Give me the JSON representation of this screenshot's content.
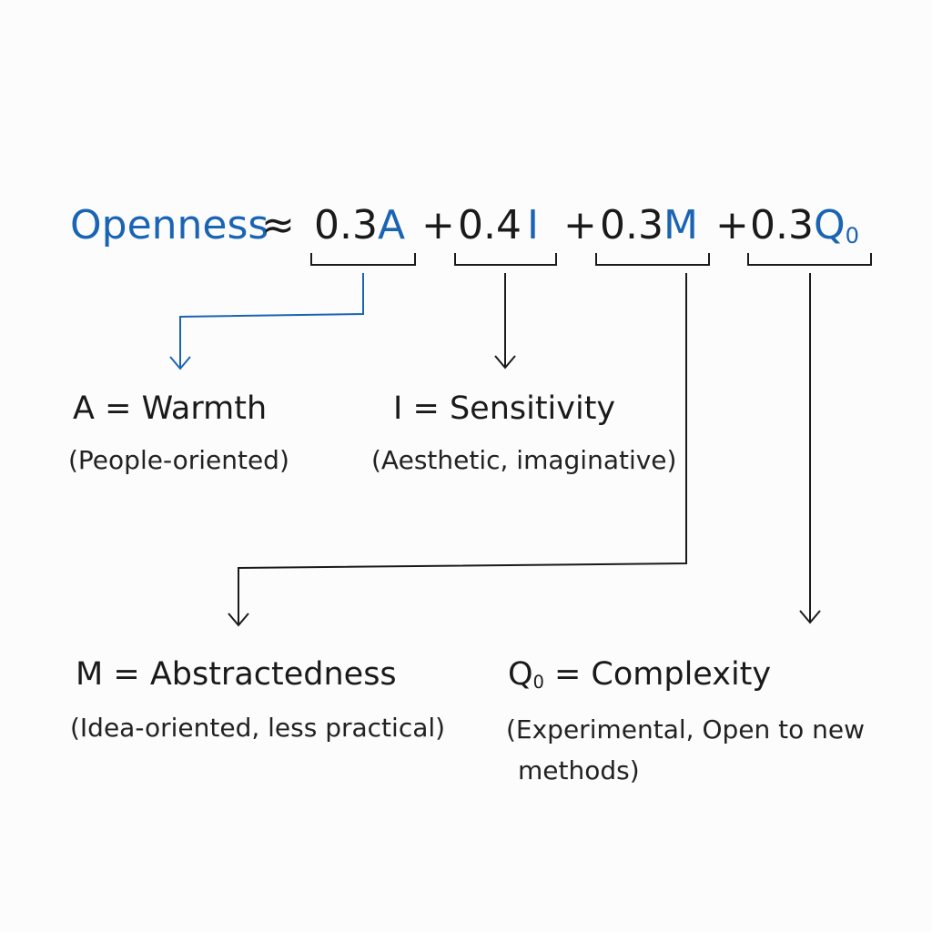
{
  "equation": {
    "lhs": "Openness",
    "approx": "≈",
    "plus": "+",
    "terms": [
      {
        "coef": "0.3",
        "var": "A",
        "sub": ""
      },
      {
        "coef": "0.4",
        "var": "I",
        "sub": ""
      },
      {
        "coef": "0.3",
        "var": "M",
        "sub": ""
      },
      {
        "coef": "0.3",
        "var": "Q",
        "sub": "0"
      }
    ]
  },
  "definitions": [
    {
      "symbol": "A",
      "sub": "",
      "eq": "=",
      "name": "Warmth",
      "note": "(People-oriented)"
    },
    {
      "symbol": "I",
      "sub": "",
      "eq": "=",
      "name": "Sensitivity",
      "note": "(Aesthetic, imaginative)"
    },
    {
      "symbol": "M",
      "sub": "",
      "eq": "=",
      "name": "Abstractedness",
      "note": "(Idea-oriented, less practical)"
    },
    {
      "symbol": "Q",
      "sub": "0",
      "eq": "=",
      "name": "Complexity",
      "note_line1": "(Experimental, Open to new",
      "note_line2": "methods)"
    }
  ],
  "colors": {
    "accent": "#1a64b4",
    "ink": "#1a1a1a"
  }
}
